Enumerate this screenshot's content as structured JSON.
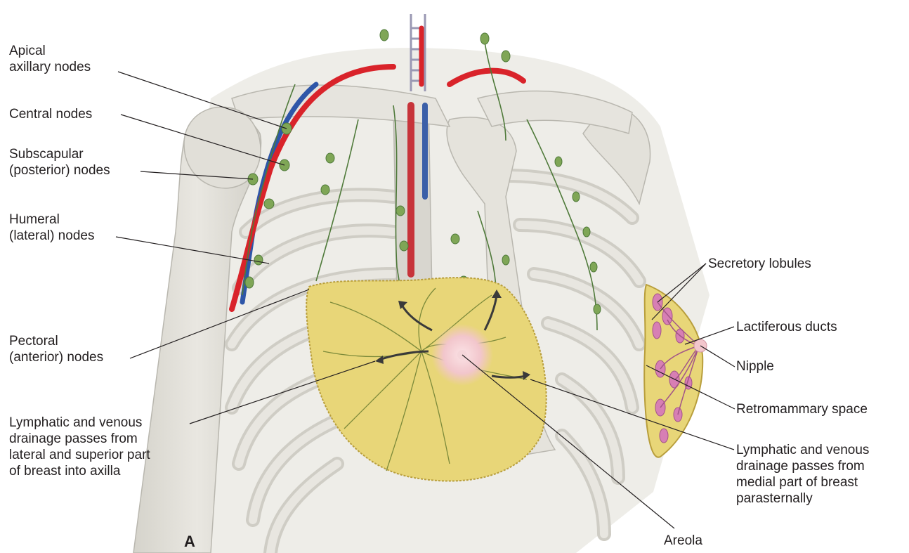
{
  "figure": {
    "panel_letter": "A",
    "colors": {
      "bone": "#e3e1da",
      "bone_shadow": "#c9c7bf",
      "breast_tissue": "#e8d678",
      "lymph_node": "#7fa656",
      "artery": "#d9232a",
      "vein": "#2e56a8",
      "areola": "#f2c6cc",
      "lobule": "#d77fb4",
      "leader_line": "#231f20"
    }
  },
  "labels": {
    "apical": [
      "Apical",
      "axillary nodes"
    ],
    "central": [
      "Central nodes"
    ],
    "subscapular": [
      "Subscapular",
      "(posterior) nodes"
    ],
    "humeral": [
      "Humeral",
      "(lateral) nodes"
    ],
    "pectoral": [
      "Pectoral",
      "(anterior) nodes"
    ],
    "lateral_drainage": [
      "Lymphatic and venous",
      "drainage passes from",
      "lateral and superior part",
      "of breast into axilla"
    ],
    "secretory": [
      "Secretory lobules"
    ],
    "lactiferous": [
      "Lactiferous ducts"
    ],
    "nipple": [
      "Nipple"
    ],
    "retromammary": [
      "Retromammary space"
    ],
    "medial_drainage": [
      "Lymphatic and venous",
      "drainage passes from",
      "medial part of breast",
      "parasternally"
    ],
    "areola": [
      "Areola"
    ]
  }
}
